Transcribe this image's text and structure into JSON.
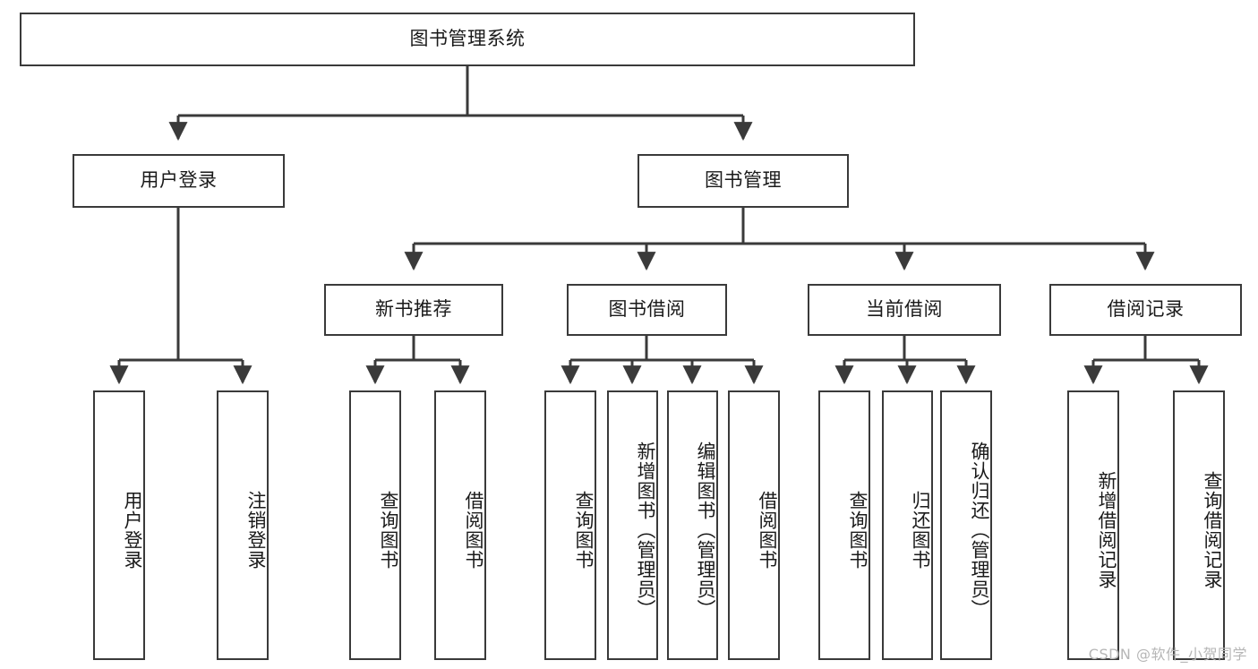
{
  "diagram": {
    "title": "图书管理系统",
    "watermark": "CSDN @软件_小贺同学",
    "line_color": "#3a3a3a",
    "box_border_color": "#3a3a3a",
    "box_fill_color": "#ffffff",
    "text_color": "#1a1a1a",
    "nodes": {
      "root": {
        "label": "图书管理系统"
      },
      "l2": [
        {
          "label": "用户登录"
        },
        {
          "label": "图书管理"
        }
      ],
      "l3": [
        {
          "label": "新书推荐"
        },
        {
          "label": "图书借阅"
        },
        {
          "label": "当前借阅"
        },
        {
          "label": "借阅记录"
        }
      ],
      "leaves": [
        {
          "label": "用户登录",
          "parent": "用户登录"
        },
        {
          "label": "注销登录",
          "parent": "用户登录"
        },
        {
          "label": "查询图书",
          "parent": "新书推荐"
        },
        {
          "label": "借阅图书",
          "parent": "新书推荐"
        },
        {
          "label": "查询图书",
          "parent": "图书借阅"
        },
        {
          "label": "新增图书（管理员）",
          "parent": "图书借阅"
        },
        {
          "label": "编辑图书（管理员）",
          "parent": "图书借阅"
        },
        {
          "label": "借阅图书",
          "parent": "图书借阅"
        },
        {
          "label": "查询图书",
          "parent": "当前借阅"
        },
        {
          "label": "归还图书",
          "parent": "当前借阅"
        },
        {
          "label": "确认归还（管理员）",
          "parent": "当前借阅"
        },
        {
          "label": "新增借阅记录",
          "parent": "借阅记录"
        },
        {
          "label": "查询借阅记录",
          "parent": "借阅记录"
        }
      ]
    }
  }
}
